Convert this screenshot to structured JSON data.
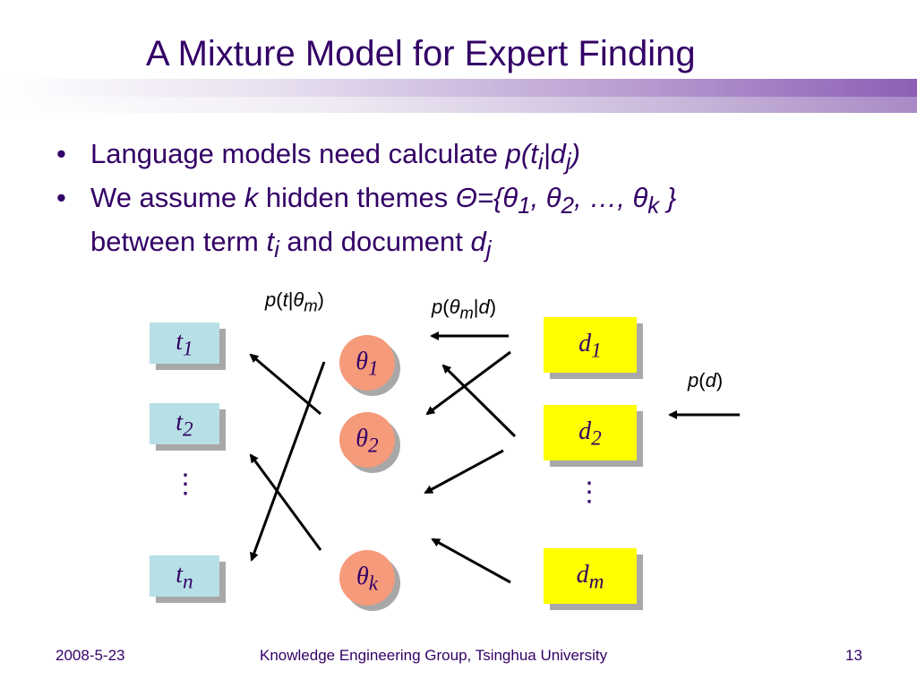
{
  "slide": {
    "title": "A Mixture Model for Expert Finding",
    "bullets": [
      {
        "pre": "Language models need calculate ",
        "formula": "p(t<sub>i</sub>|d<sub>j</sub>)"
      },
      {
        "line1_pre": "We assume ",
        "k": "k",
        "line1_mid": " hidden themes ",
        "formula": "Θ={θ<sub>1</sub>, θ<sub>2</sub>, …, θ<sub>k</sub> }",
        "line2_pre": "between term ",
        "term": "t<sub>i</sub>",
        "line2_mid": " and document ",
        "doc": "d<sub>j</sub>"
      }
    ]
  },
  "diagram": {
    "terms": [
      "t<sub>1</sub>",
      "t<sub>2</sub>",
      "t<sub>n</sub>"
    ],
    "themes": [
      "θ<sub>1</sub>",
      "θ<sub>2</sub>",
      "θ<sub>k</sub>"
    ],
    "docs": [
      "d<sub>1</sub>",
      "d<sub>2</sub>",
      "d<sub>m</sub>"
    ],
    "edge_labels": {
      "p_t_theta": "<i>p</i>(<i>t</i>|<i>θ<sub>m</sub></i>)",
      "p_theta_d": "<i>p</i>(<i>θ<sub>m</sub></i>|<i>d</i>)",
      "p_d": "<i>p</i>(<i>d</i>)"
    },
    "ellipsis": "⋮"
  },
  "footer": {
    "date": "2008-5-23",
    "group": "Knowledge Engineering Group, Tsinghua University",
    "page": "13"
  }
}
